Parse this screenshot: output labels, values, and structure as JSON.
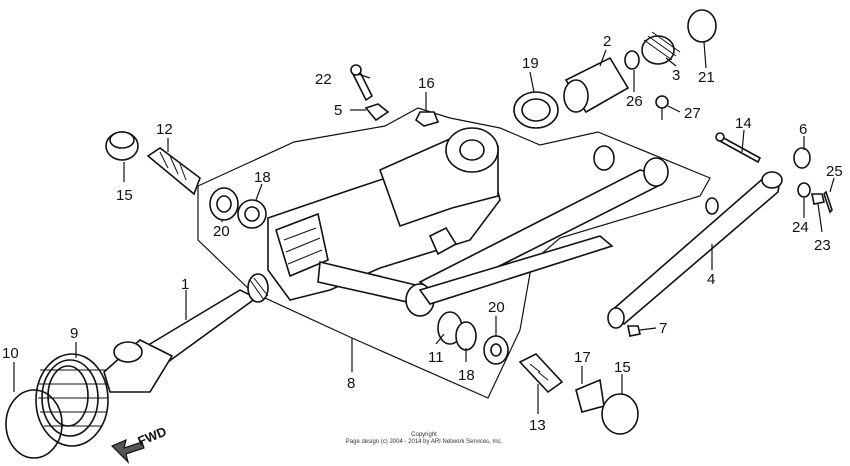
{
  "callouts": [
    {
      "id": "1",
      "label": "1"
    },
    {
      "id": "2",
      "label": "2"
    },
    {
      "id": "3",
      "label": "3"
    },
    {
      "id": "4",
      "label": "4"
    },
    {
      "id": "5",
      "label": "5"
    },
    {
      "id": "6",
      "label": "6"
    },
    {
      "id": "7",
      "label": "7"
    },
    {
      "id": "8",
      "label": "8"
    },
    {
      "id": "9",
      "label": "9"
    },
    {
      "id": "10",
      "label": "10"
    },
    {
      "id": "11",
      "label": "11"
    },
    {
      "id": "12",
      "label": "12"
    },
    {
      "id": "13",
      "label": "13"
    },
    {
      "id": "14",
      "label": "14"
    },
    {
      "id": "15a",
      "label": "15"
    },
    {
      "id": "15b",
      "label": "15"
    },
    {
      "id": "16",
      "label": "16"
    },
    {
      "id": "17",
      "label": "17"
    },
    {
      "id": "18a",
      "label": "18"
    },
    {
      "id": "18b",
      "label": "18"
    },
    {
      "id": "19",
      "label": "19"
    },
    {
      "id": "20a",
      "label": "20"
    },
    {
      "id": "20b",
      "label": "20"
    },
    {
      "id": "21",
      "label": "21"
    },
    {
      "id": "22",
      "label": "22"
    },
    {
      "id": "23",
      "label": "23"
    },
    {
      "id": "24",
      "label": "24"
    },
    {
      "id": "25",
      "label": "25"
    },
    {
      "id": "26",
      "label": "26"
    },
    {
      "id": "27",
      "label": "27"
    }
  ],
  "direction_label": "FWD",
  "copyright": {
    "line1": "Copyright",
    "line2": "Page design (c) 2004 - 2014 by ARI Network Services, Inc."
  }
}
